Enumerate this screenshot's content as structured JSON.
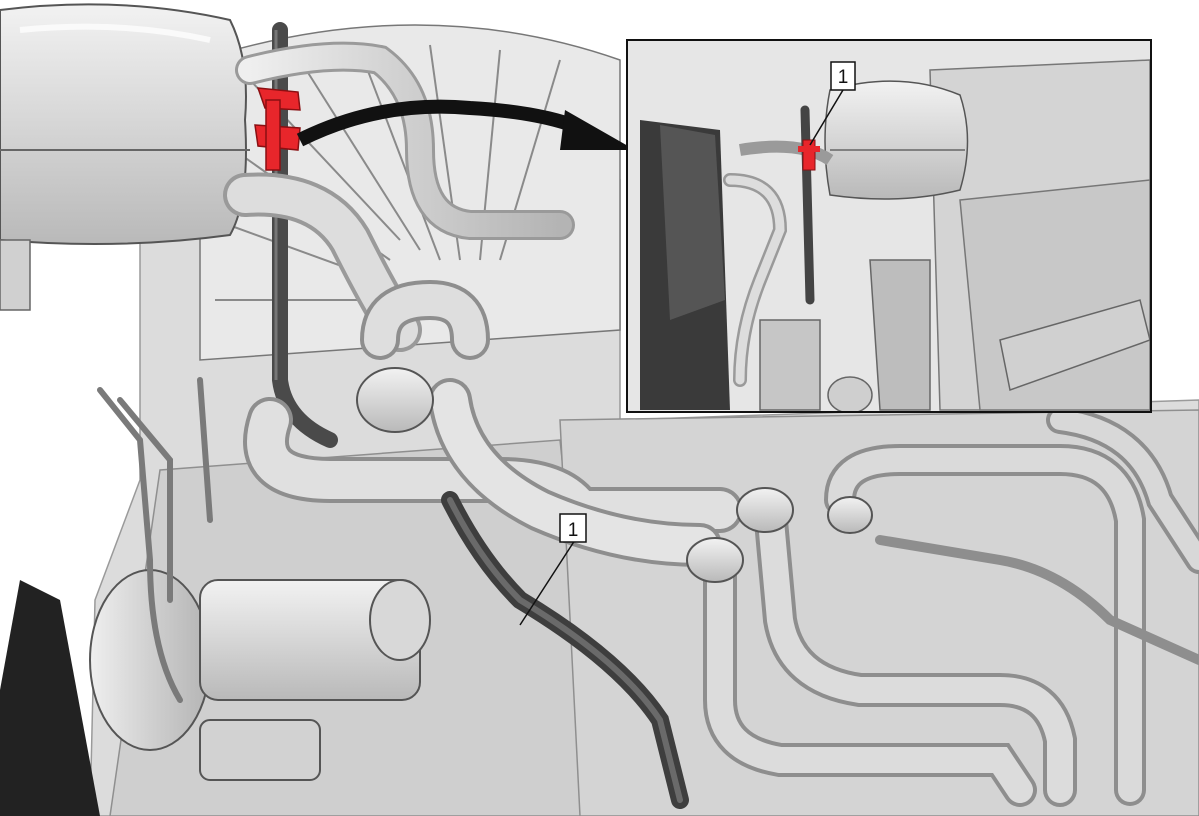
{
  "diagram": {
    "callouts": [
      {
        "id": "main-callout",
        "label": "1"
      },
      {
        "id": "inset-callout",
        "label": "1"
      }
    ],
    "colors": {
      "highlight": "#e8262b",
      "hose_dark": "#4a4a4a",
      "metal_light": "#e2e2e2",
      "metal_mid": "#c2c2c2",
      "outline": "#3a3a3a",
      "arrow": "#111111"
    }
  }
}
